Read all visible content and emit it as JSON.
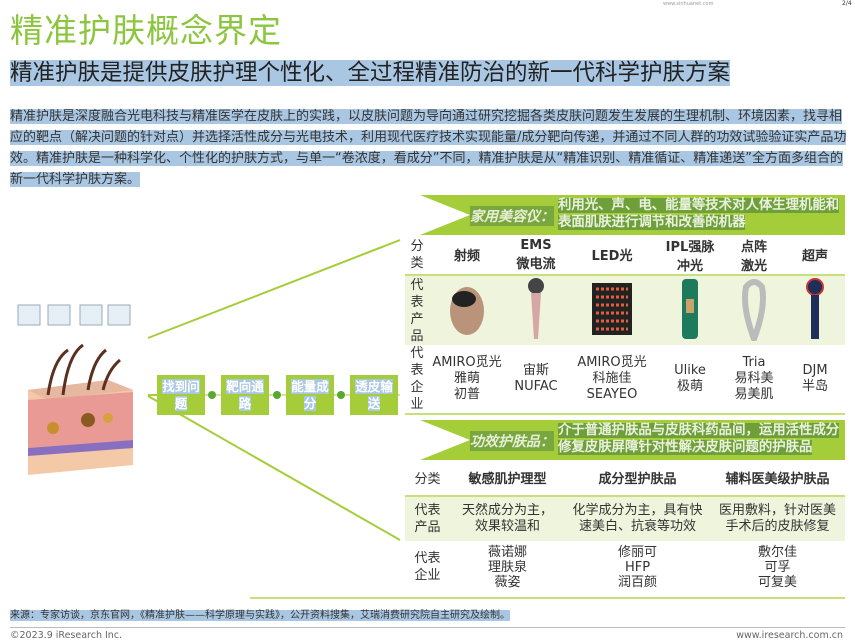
{
  "title": "精准护肤概念界定",
  "watermark": "www.sinhuanet.com",
  "page_mark": "2/4",
  "subtitle": "精准护肤是提供皮肤护理个性化、全过程精准防治的新一代科学护肤方案",
  "paragraph": "精准护肤是深度融合光电科技与精准医学在皮肤上的实践，以皮肤问题为导向通过研究挖掘各类皮肤问题发生发展的生理机制、环境因素，找寻相应的靶点（解决问题的针对点）并选择活性成分与光电技术，利用现代医疗技术实现能量/成分靶向传递，并通过不同人群的功效试验验证实产品功效。精准护肤是一种科学化、个性化的护肤方式，与单一“卷浓度，看成分”不同，精准护肤是从“精准识别、精准循证、精准递送”全方面多组合的新一代科学护肤方案。",
  "flow": [
    "找到问题",
    "靶向通路",
    "能量成分",
    "透皮输送"
  ],
  "device": {
    "banner_label": "家用美容仪：",
    "banner_desc": "利用光、声、电、能量等技术对人体生理机能和表面肌肤进行调节和改善的机器",
    "row_labels": [
      "分类",
      "代表产品",
      "代表企业"
    ],
    "categories": [
      "射频",
      "EMS微电流",
      "LED光",
      "IPL强脉冲光",
      "点阵激光",
      "超声"
    ],
    "companies": [
      "AMIRO觅光\n雅萌\n初普",
      "宙斯\nNUFAC",
      "AMIRO觅光\n科施佳\nSEAYEO",
      "Ulike\n极萌",
      "Tria\n易科美\n易美肌",
      "DJM\n半岛"
    ]
  },
  "skincare": {
    "banner_label": "功效护肤品：",
    "banner_desc": "介于普通护肤品与皮肤科药品间，运用活性成分修复皮肤屏障针对性解决皮肤问题的护肤品",
    "row_labels": [
      "分类",
      "代表产品",
      "代表企业"
    ],
    "categories": [
      "敏感肌护理型",
      "成分型护肤品",
      "辅料医美级护肤品"
    ],
    "products": [
      "天然成分为主，效果较温和",
      "化学成分为主，具有快速美白、抗衰等功效",
      "医用敷料，针对医美手术后的皮肤修复"
    ],
    "companies": [
      "薇诺娜\n理肤泉\n薇姿",
      "修丽可\nHFP\n润百颜",
      "敷尔佳\n可孚\n可复美"
    ]
  },
  "source": "来源：专家访谈，京东官网，《精准护肤——科学原理与实践》，公开资料搜集，艾瑞消费研究院自主研究及绘制。",
  "copyright": "©2023.9 iResearch Inc.",
  "site": "www.iresearch.com.cn",
  "colors": {
    "green": "#8cc63f",
    "banner": "#a4cd39",
    "highlight": "#a9c7e3"
  }
}
